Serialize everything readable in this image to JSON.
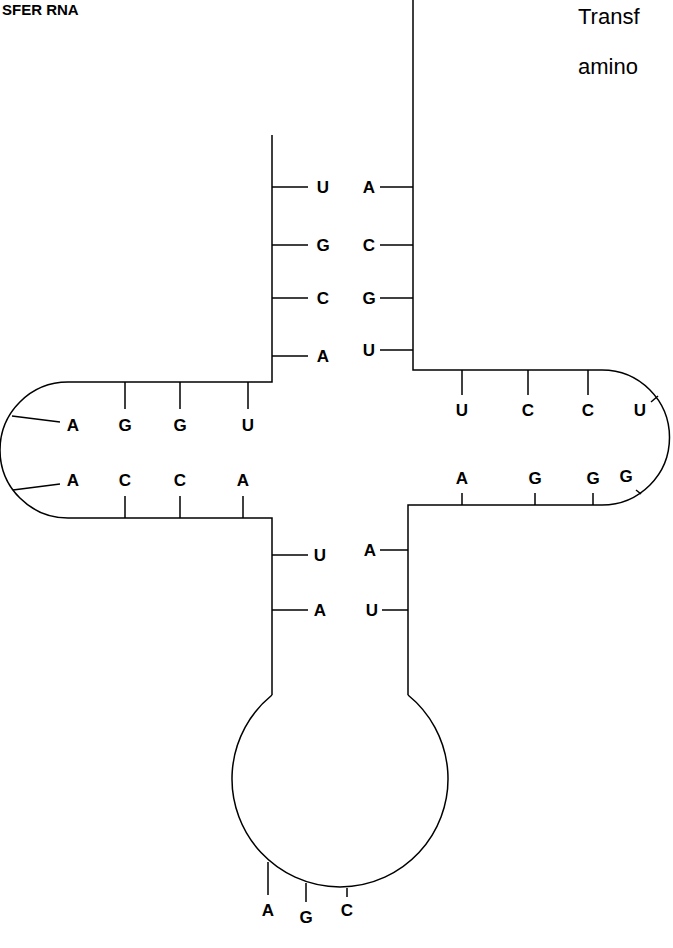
{
  "diagram": {
    "labels": [
      "SFER RNA",
      "Transf",
      "amino",
      "U",
      "G",
      "C",
      "A",
      "A",
      "C",
      "G",
      "U",
      "A",
      "G",
      "G",
      "U",
      "A",
      "C",
      "C",
      "A",
      "U",
      "C",
      "C",
      "U",
      "A",
      "G",
      "G",
      "G",
      "U",
      "A",
      "A",
      "U",
      "A",
      "G",
      "C"
    ]
  }
}
